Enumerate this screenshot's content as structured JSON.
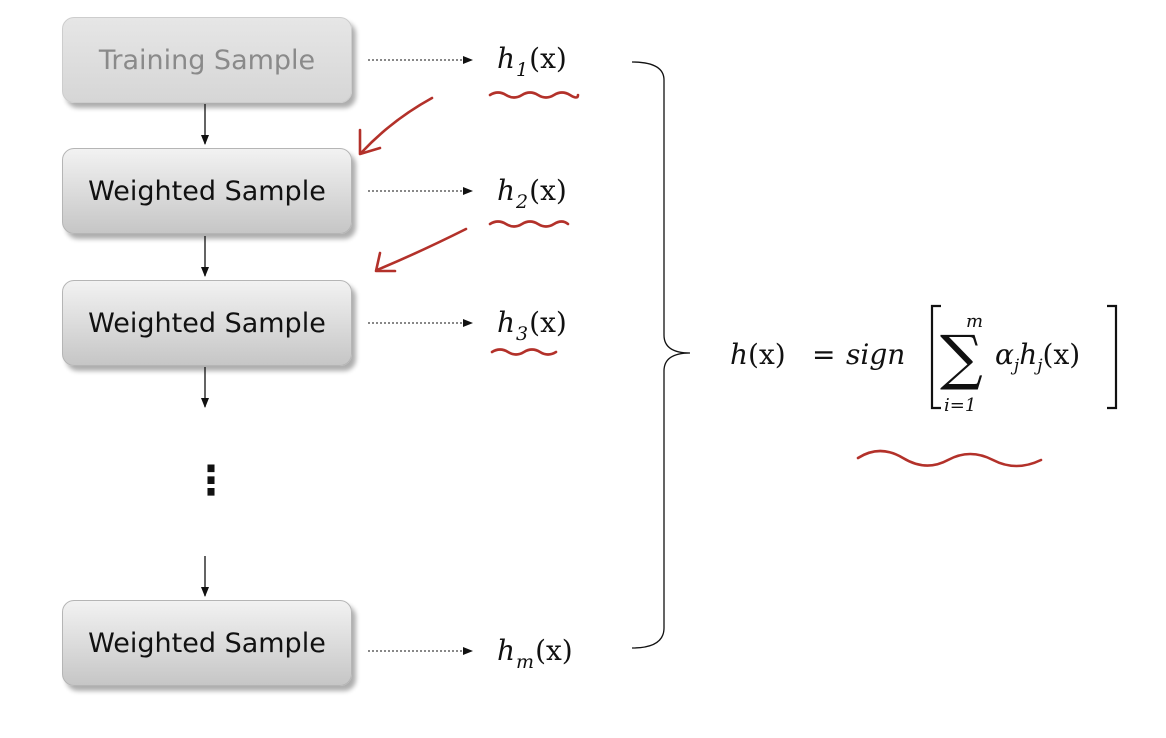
{
  "boxes": [
    {
      "label": "Training Sample",
      "faded": true
    },
    {
      "label": "Weighted Sample",
      "faded": false
    },
    {
      "label": "Weighted Sample",
      "faded": false
    },
    {
      "label": "Weighted Sample",
      "faded": false
    }
  ],
  "hypotheses": [
    {
      "base": "h",
      "sub": "1",
      "arg": "(x)"
    },
    {
      "base": "h",
      "sub": "2",
      "arg": "(x)"
    },
    {
      "base": "h",
      "sub": "3",
      "arg": "(x)"
    },
    {
      "base": "h",
      "sub": "m",
      "arg": "(x)"
    }
  ],
  "ellipsis": "⋮",
  "formula": {
    "lhs": "h",
    "lhs_arg": "(x)",
    "equals": "=",
    "fn": "sign",
    "sum_symbol": "∑",
    "upper": "m",
    "lower": "i=1",
    "alpha": "α",
    "alpha_sub": "j",
    "h": "h",
    "h_sub": "j",
    "arg": "(x)"
  },
  "colors": {
    "annotation": "#b3312a",
    "box_text": "#111111",
    "faded_text": "#8a8a8a"
  }
}
